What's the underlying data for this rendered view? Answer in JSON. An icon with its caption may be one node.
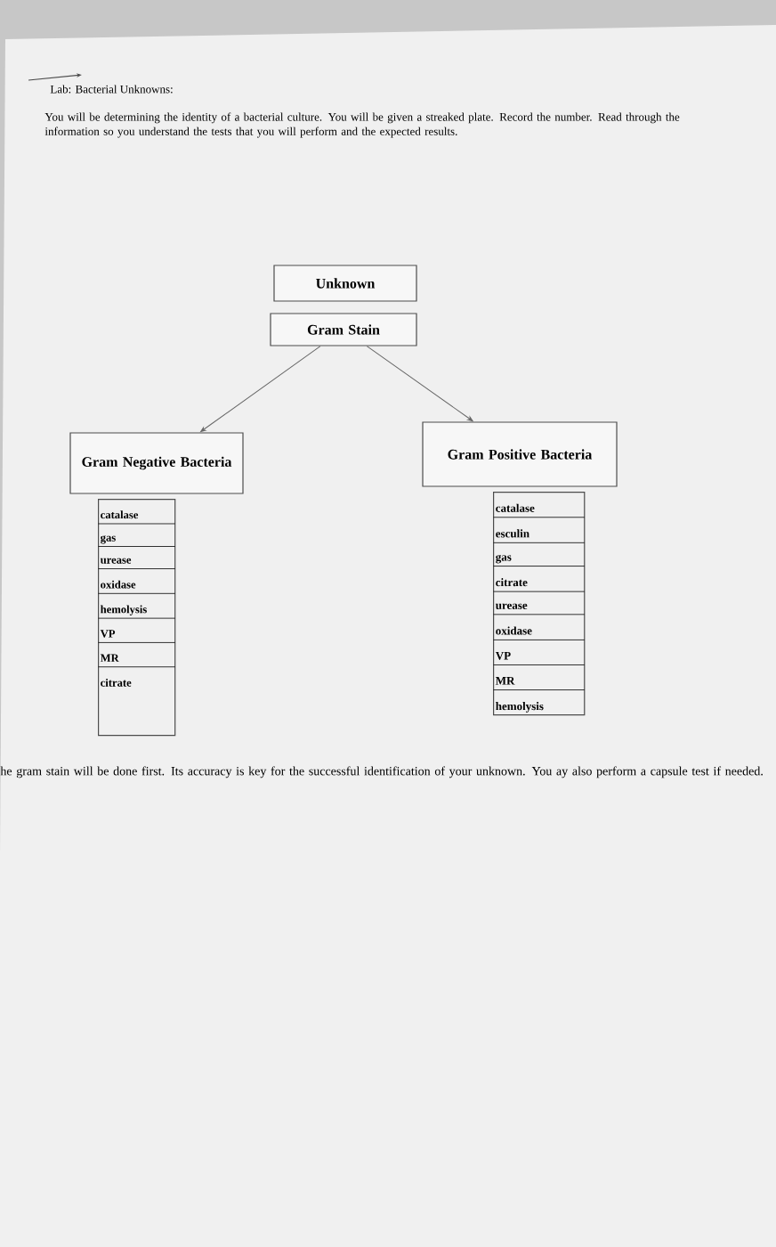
{
  "diagram": {
    "title": "Lab: Bacterial Unknowns:",
    "nodes": [
      {
        "text": [
          "Unknown"
        ]
      },
      {
        "text": [
          "Gram Stain"
        ]
      },
      {
        "text": [
          "Gram Negative Bacteria"
        ]
      },
      {
        "text": [
          "Gram Positive Bacteria"
        ]
      },
      {
        "text": [
          "catalase",
          "gas",
          "urease",
          "oxidase",
          "hemolysis",
          "VP",
          "MR",
          "citrate"
        ]
      },
      {
        "text": [
          "catalase",
          "esculin",
          "gas",
          "citrate",
          "urease",
          "oxidase",
          "VP",
          "MR",
          "hemolysis"
        ]
      }
    ],
    "edges": [
      {
        "from": 1,
        "to": 2,
        "arrow": "to"
      },
      {
        "from": 1,
        "to": 3,
        "arrow": "to"
      }
    ],
    "labels": [
      "You will be determining the identity of a bacterial culture. You will be given a streaked plate. Record the number. Read through the information so you understand the tests that you will perform and the expected results.",
      "he gram stain will be done first. Its accuracy is key for the successful identification of your unknown. You ay also perform a capsule test if needed."
    ]
  }
}
